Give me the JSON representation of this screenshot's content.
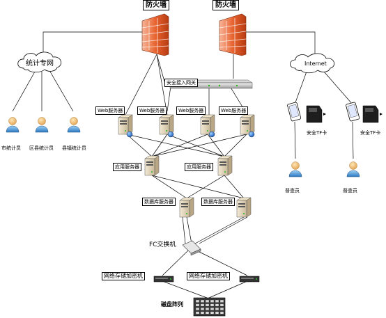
{
  "firewalls": [
    "防火墙",
    "防火墙"
  ],
  "clouds": {
    "stat_network": "统计专网",
    "internet": "Internet"
  },
  "gateway": "安全接入网关",
  "web_servers": [
    "Web服务器",
    "Web服务器",
    "Web服务器",
    "Web服务器"
  ],
  "app_servers": [
    "应用服务器",
    "应用服务器"
  ],
  "db_servers": [
    "数据库服务器",
    "数据库服务器"
  ],
  "fc_switch": "FC交换机",
  "storage": [
    "网络存储加密机",
    "网络存储加密机"
  ],
  "disk_array": "磁盘阵列",
  "stat_users": [
    "市统计员",
    "区县统计员",
    "县镇统计员"
  ],
  "tf_cards": [
    "安全TF卡",
    "安全TF卡"
  ],
  "investigators": [
    "普查员",
    "普查员"
  ]
}
